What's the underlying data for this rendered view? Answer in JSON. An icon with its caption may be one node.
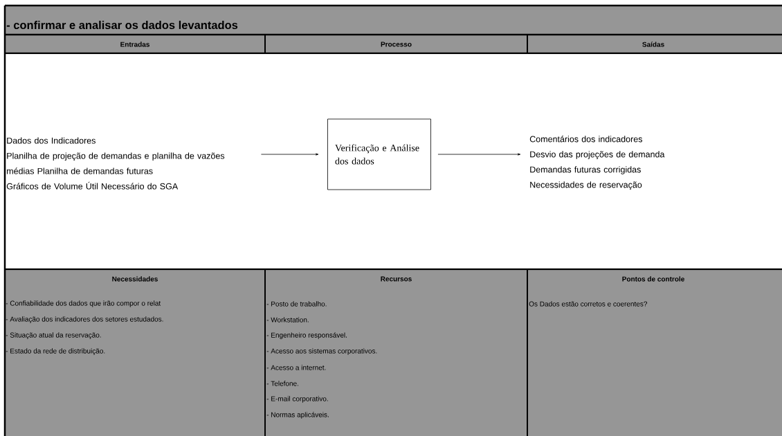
{
  "diagram": {
    "title": "- confirmar e analisar os dados levantados",
    "nodes": [
      {
        "text": [
          "Dados dos Indicadores",
          "Planilha de projeção de demandas e planilha de vazões médias Planilha de demandas futuras",
          "Gráficos de Volume Útil Necessário do SGA"
        ]
      },
      {
        "text": [
          "Verificação e Análise dos dados"
        ]
      },
      {
        "text": [
          "Comentários dos indicadores",
          "Desvio das projeções de demanda",
          "Demandas futuras corrigidas",
          "Necessidades de reservação"
        ]
      }
    ],
    "edges": [
      {
        "from": 0,
        "to": 1,
        "arrow": "to"
      },
      {
        "from": 1,
        "to": 2,
        "arrow": "to"
      }
    ],
    "labels": [
      "Entradas",
      "Processo",
      "Saídas",
      "Necessidades",
      "Recursos",
      "Pontos de controle",
      "- Confiabilidade dos dados que irão compor o relat",
      "- Avaliação dos indicadores dos setores estudados.",
      "- Situação atual da reservação.",
      "- Estado da rede de distribuição.",
      "- Posto de trabalho.",
      "- Workstation.",
      "- Engenheiro responsável.",
      "- Acesso aos sistemas corporativos.",
      "- Acesso a internet.",
      "- Telefone.",
      "- E-mail corporativo.",
      "- Normas aplicáveis.",
      "Os Dados estão corretos e coerentes?"
    ]
  }
}
